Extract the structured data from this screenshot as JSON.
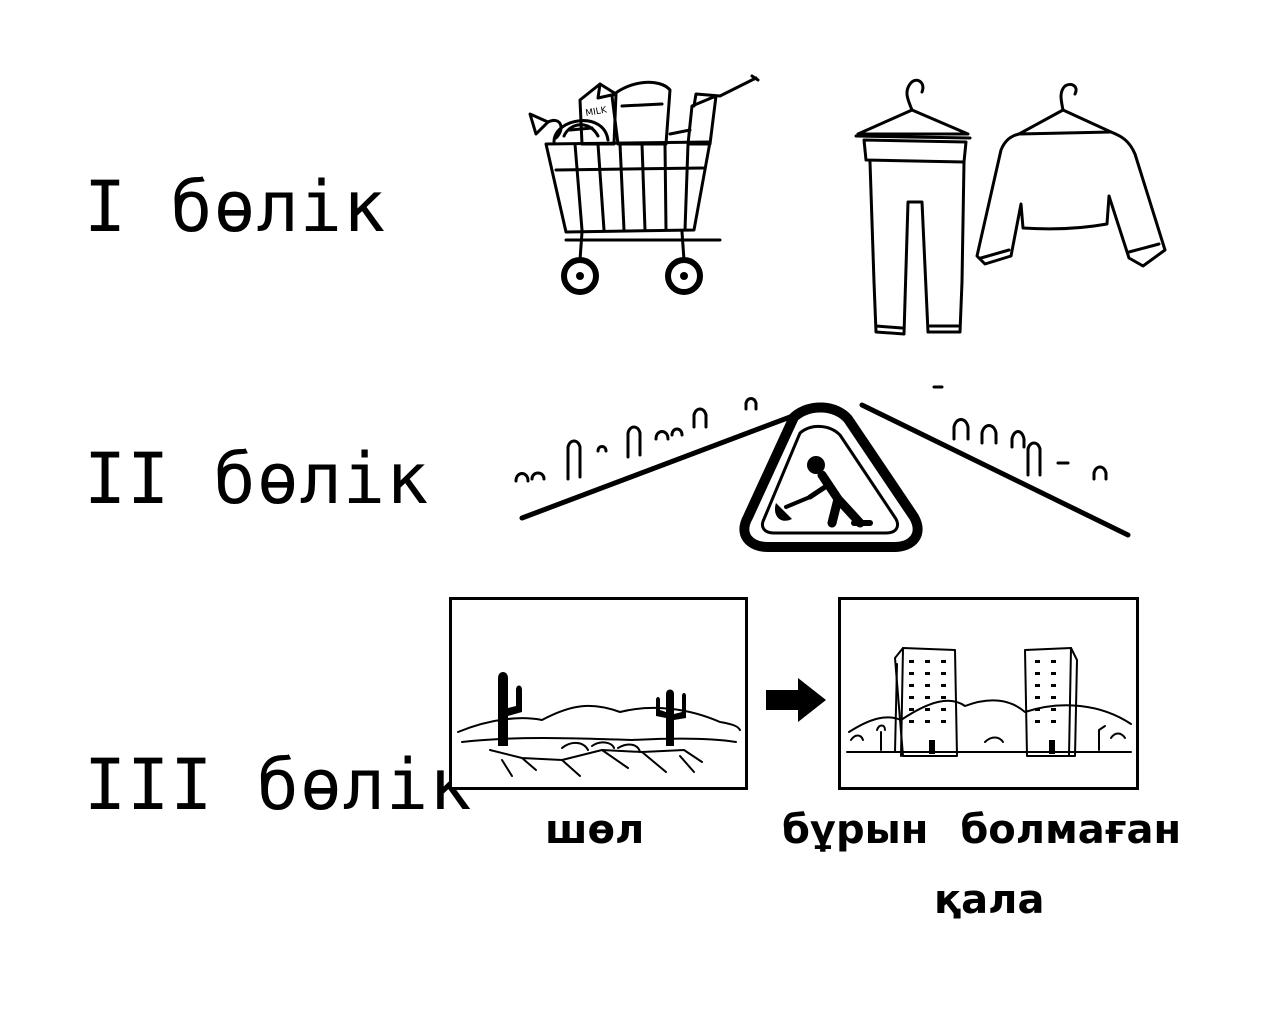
{
  "sections": [
    {
      "label": "I бөлік"
    },
    {
      "label": "II бөлік"
    },
    {
      "label": "III бөлік"
    }
  ],
  "captions": {
    "steppe": "шөл",
    "never_before": "бұрын болмаған",
    "city": "қала"
  },
  "illustration_text": {
    "milk_box": "MILK"
  },
  "icons": [
    "shopping-cart-icon",
    "pants-on-hanger-icon",
    "shirt-on-hanger-icon",
    "construction-sign-icon",
    "arrow-right-icon"
  ],
  "colors": {
    "ink": "#000000",
    "background": "#ffffff"
  }
}
